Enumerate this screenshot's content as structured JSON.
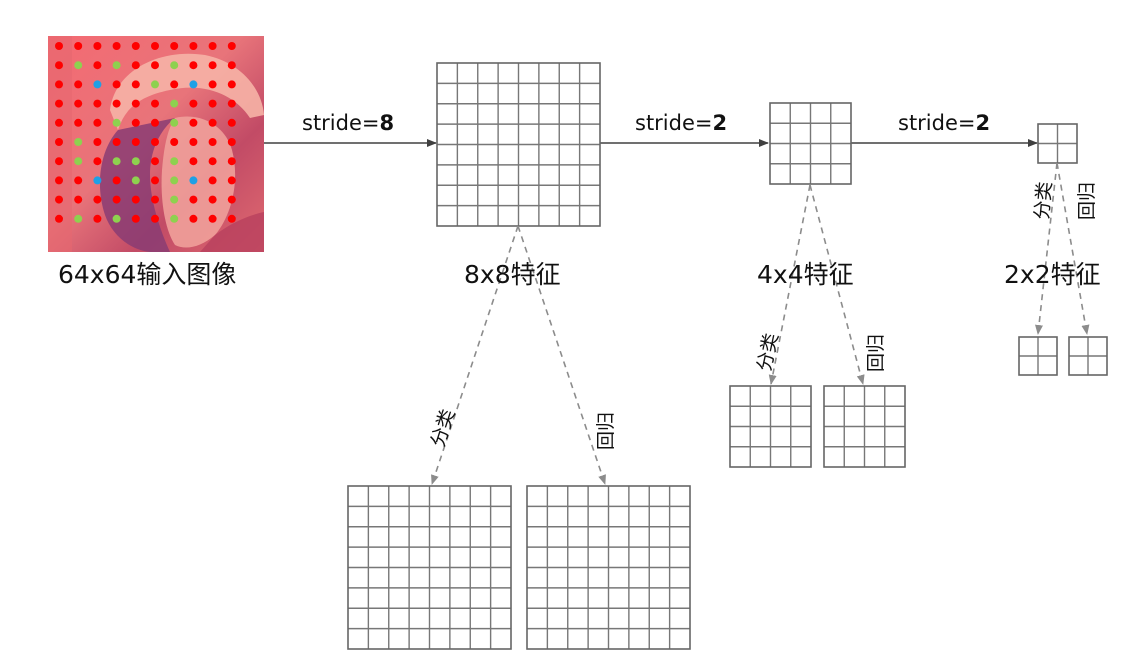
{
  "captions": {
    "input": "64x64输入图像",
    "feat8": "8x8特征",
    "feat4": "4x4特征",
    "feat2": "2x2特征"
  },
  "strides": [
    {
      "prefix": "stride=",
      "value": "8"
    },
    {
      "prefix": "stride=",
      "value": "2"
    },
    {
      "prefix": "stride=",
      "value": "2"
    }
  ],
  "branch_labels": {
    "cls": "分类",
    "reg": "回归"
  },
  "colors": {
    "dot_negative": "#ff0000",
    "dot_positive": "#8ed14f",
    "dot_center": "#1ea0e6",
    "arrow_solid": "#404040",
    "arrow_dashed": "#8c8c8c",
    "grid_line": "#777777",
    "image_tint": "#ef5f6e"
  },
  "grids": {
    "feat8": 8,
    "feat4": 4,
    "feat2": 2,
    "heads8": 8,
    "heads4": 4,
    "heads2": 2
  },
  "input_dots": {
    "rows": 10,
    "cols": 10,
    "green_cells": [
      [
        1,
        1
      ],
      [
        1,
        3
      ],
      [
        1,
        6
      ],
      [
        2,
        5
      ],
      [
        3,
        6
      ],
      [
        4,
        3
      ],
      [
        4,
        6
      ],
      [
        5,
        1
      ],
      [
        6,
        1
      ],
      [
        6,
        3
      ],
      [
        6,
        6
      ],
      [
        7,
        4
      ],
      [
        7,
        6
      ],
      [
        8,
        6
      ],
      [
        9,
        1
      ],
      [
        9,
        3
      ],
      [
        9,
        6
      ],
      [
        2,
        2
      ],
      [
        6,
        4
      ]
    ],
    "blue_cells": [
      [
        2,
        2
      ],
      [
        2,
        7
      ],
      [
        7,
        2
      ],
      [
        7,
        7
      ]
    ]
  }
}
